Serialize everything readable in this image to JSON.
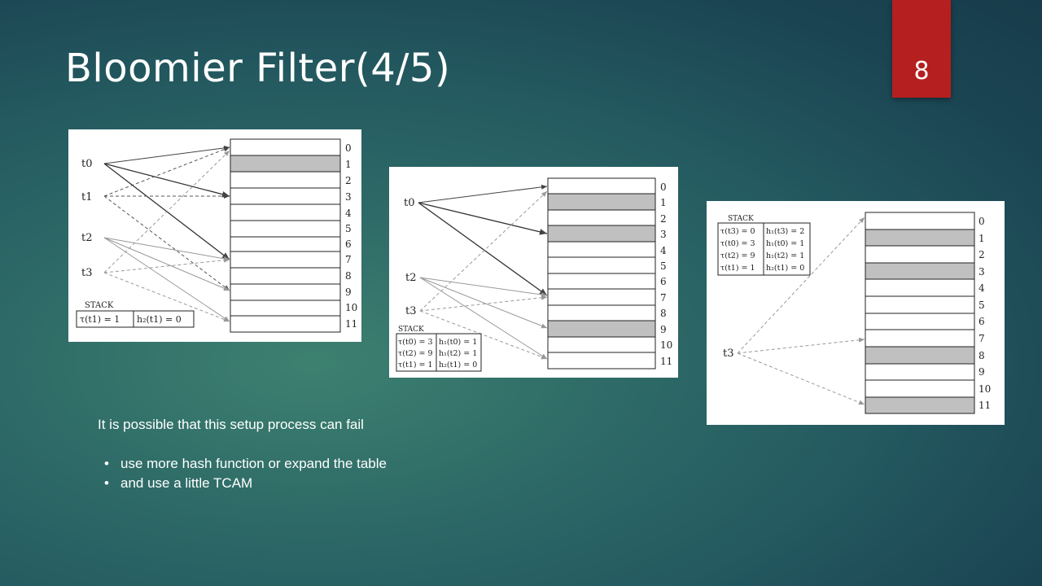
{
  "slide": {
    "title": "Bloomier Filter(4/5)",
    "page_number": "8"
  },
  "note": {
    "text": "It is possible that this setup process can fail",
    "bullets": [
      "use more hash function or expand the table",
      "and use a little TCAM"
    ]
  },
  "figures": [
    {
      "keys": [
        "t0",
        "t1",
        "t2",
        "t3"
      ],
      "slots": [
        "0",
        "1",
        "2",
        "3",
        "4",
        "5",
        "6",
        "7",
        "8",
        "9",
        "10",
        "11"
      ],
      "filled_slots": [
        1
      ],
      "stack_label": "STACK",
      "stack": [
        [
          "τ(t1) = 1",
          "h₂(t1) = 0"
        ]
      ]
    },
    {
      "keys": [
        "t0",
        "t2",
        "t3"
      ],
      "slots": [
        "0",
        "1",
        "2",
        "3",
        "4",
        "5",
        "6",
        "7",
        "8",
        "9",
        "10",
        "11"
      ],
      "filled_slots": [
        1,
        3,
        9
      ],
      "stack_label": "STACK",
      "stack": [
        [
          "τ(t0) = 3",
          "h₁(t0) = 1"
        ],
        [
          "τ(t2) = 9",
          "h₁(t2) = 1"
        ],
        [
          "τ(t1) = 1",
          "h₂(t1) = 0"
        ]
      ]
    },
    {
      "keys": [
        "t3"
      ],
      "slots": [
        "0",
        "1",
        "2",
        "3",
        "4",
        "5",
        "6",
        "7",
        "8",
        "9",
        "10",
        "11"
      ],
      "filled_slots": [
        1,
        3,
        8,
        11
      ],
      "stack_label": "STACK",
      "stack": [
        [
          "τ(t3) = 0",
          "h₁(t3) = 2"
        ],
        [
          "τ(t0) = 3",
          "h₁(t0) = 1"
        ],
        [
          "τ(t2) = 9",
          "h₁(t2) = 1"
        ],
        [
          "τ(t1) = 1",
          "h₂(t1) = 0"
        ]
      ]
    }
  ]
}
